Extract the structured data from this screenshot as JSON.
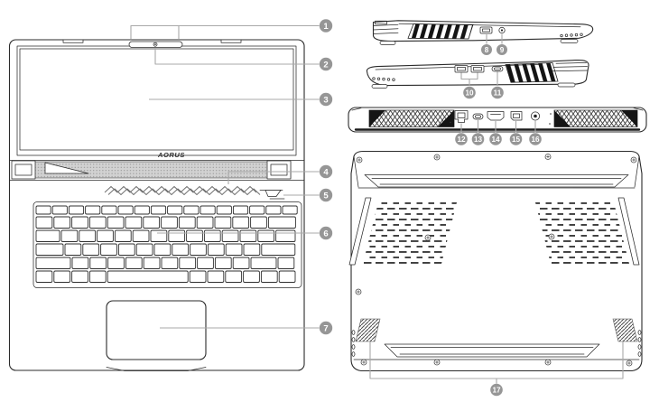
{
  "brand": {
    "logo_text": "AORUS"
  },
  "palette": {
    "background": "#ffffff",
    "ink": "#2b2b2b",
    "callout_fill": "#969696",
    "callout_text": "#ffffff",
    "leader_line": "#a8a8a8"
  },
  "callouts": [
    {
      "n": "1"
    },
    {
      "n": "2"
    },
    {
      "n": "3"
    },
    {
      "n": "4"
    },
    {
      "n": "5"
    },
    {
      "n": "6"
    },
    {
      "n": "7"
    },
    {
      "n": "8"
    },
    {
      "n": "9"
    },
    {
      "n": "10"
    },
    {
      "n": "11"
    },
    {
      "n": "12"
    },
    {
      "n": "13"
    },
    {
      "n": "14"
    },
    {
      "n": "15"
    },
    {
      "n": "16"
    },
    {
      "n": "17"
    }
  ]
}
